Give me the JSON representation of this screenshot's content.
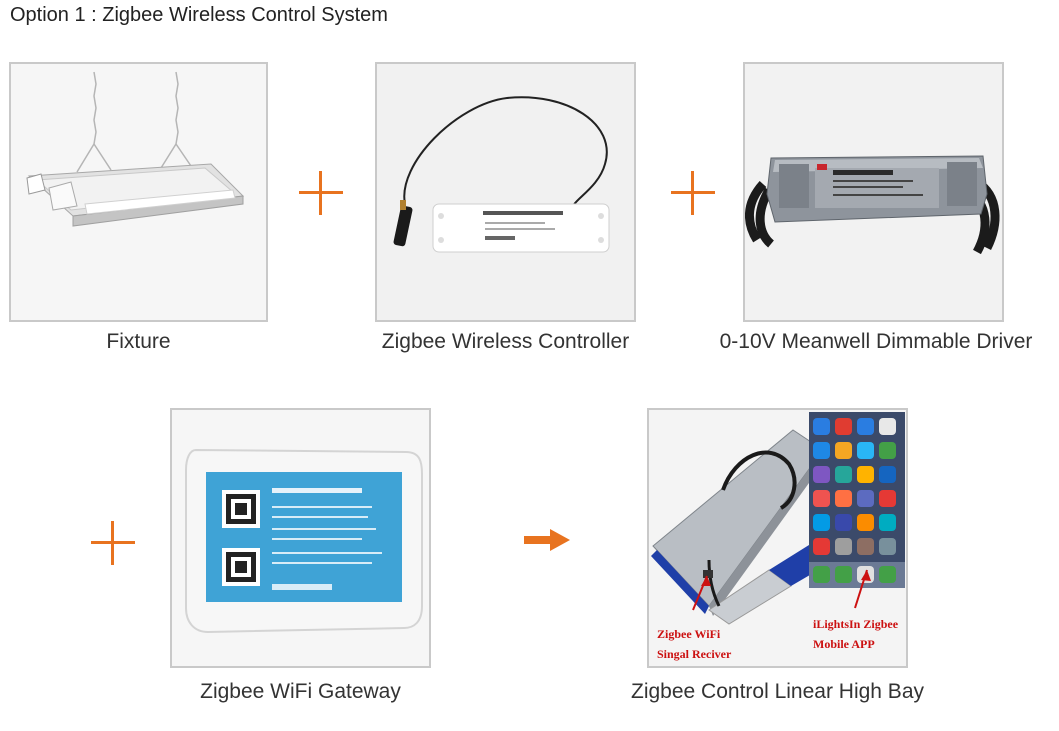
{
  "title": "Option 1 : Zigbee Wireless Control System",
  "items": [
    {
      "caption": "Fixture"
    },
    {
      "caption": "Zigbee Wireless Controller"
    },
    {
      "caption": "0-10V Meanwell Dimmable Driver"
    },
    {
      "caption": "Zigbee WiFi Gateway"
    },
    {
      "caption": "Zigbee Control Linear High Bay"
    }
  ],
  "labels": {
    "receiver_line1": "Zigbee WiFi",
    "receiver_line2": "Singal Reciver",
    "app_line1": "iLightsIn Zigbee",
    "app_line2": "Mobile APP"
  },
  "colors": {
    "accent": "#e8731f",
    "annotation": "#cc1111"
  }
}
